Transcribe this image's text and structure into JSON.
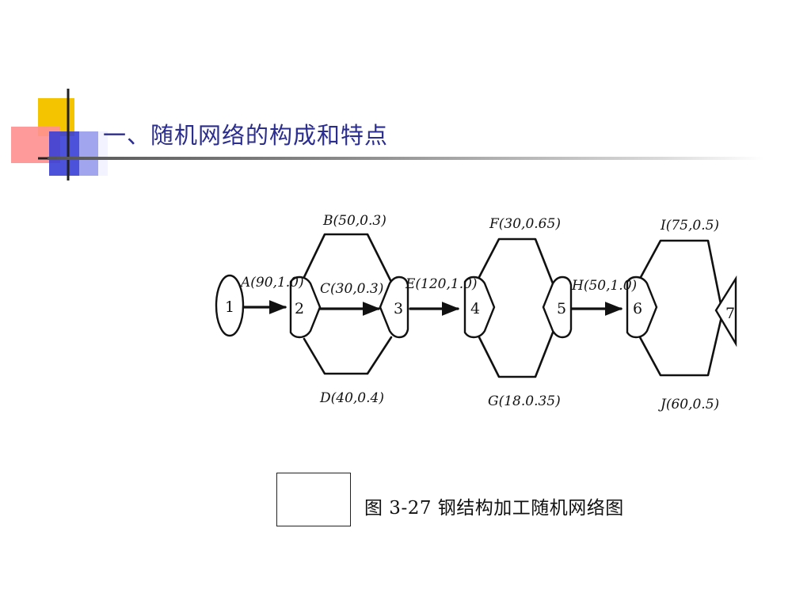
{
  "slide": {
    "title": "一、随机网络的构成和特点",
    "caption": "图 3-27   钢结构加工随机网络图",
    "colors": {
      "title": "#2b2d8f",
      "logo_yellow": "#f5c400",
      "logo_red": "#ff4d4d",
      "logo_blue": "#3a3fd6"
    }
  },
  "network": {
    "nodes": [
      {
        "id": "1",
        "label": "1"
      },
      {
        "id": "2",
        "label": "2"
      },
      {
        "id": "3",
        "label": "3"
      },
      {
        "id": "4",
        "label": "4"
      },
      {
        "id": "5",
        "label": "5"
      },
      {
        "id": "6",
        "label": "6"
      },
      {
        "id": "7",
        "label": "7"
      }
    ],
    "activities": [
      {
        "from": "1",
        "to": "2",
        "label": "A(90,1.0)"
      },
      {
        "from": "2",
        "to": "3",
        "label": "B(50,0.3)"
      },
      {
        "from": "2",
        "to": "3",
        "label": "C(30,0.3)"
      },
      {
        "from": "2",
        "to": "3",
        "label": "D(40,0.4)"
      },
      {
        "from": "3",
        "to": "4",
        "label": "E(120,1.0)"
      },
      {
        "from": "4",
        "to": "5",
        "label": "F(30,0.65)"
      },
      {
        "from": "4",
        "to": "5",
        "label": "G(18.0.35)"
      },
      {
        "from": "5",
        "to": "6",
        "label": "H(50,1.0)"
      },
      {
        "from": "6",
        "to": "7",
        "label": "I(75,0.5)"
      },
      {
        "from": "6",
        "to": "7",
        "label": "J(60,0.5)"
      }
    ]
  }
}
